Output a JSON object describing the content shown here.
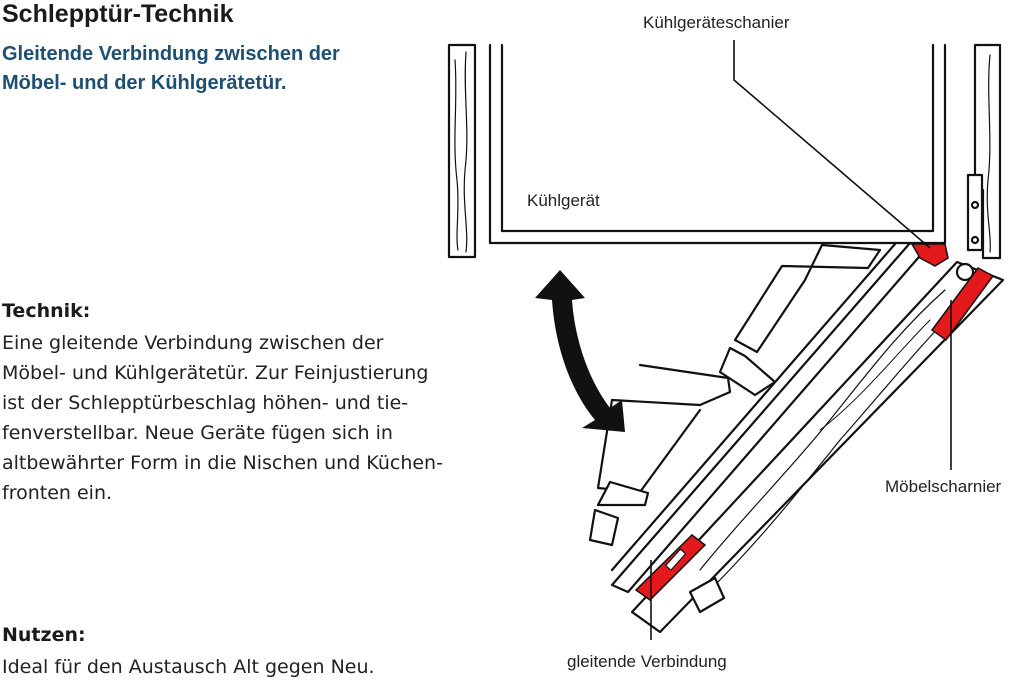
{
  "title": "Schlepptür-Technik",
  "subtitle_lines": [
    "Gleitende Verbindung zwischen der",
    "Möbel- und der Kühlgerätetür."
  ],
  "technik": {
    "heading": "Technik:",
    "lines": [
      "Eine gleitende Verbindung zwischen der",
      "Möbel- und Kühlgerätetür. Zur Feinjustierung",
      "ist der Schlepptürbeschlag höhen- und tie-",
      "fenverstellbar. Neue Geräte fügen sich in",
      "altbewährter Form in die Nischen und Küchen-",
      "fronten ein."
    ]
  },
  "nutzen": {
    "heading": "Nutzen:",
    "text": "Ideal für den Austausch Alt gegen Neu."
  },
  "diagram_labels": {
    "kuehlgeraetescharnier": "Kühlgeräteschanier",
    "kuehlgeraet": "Kühlgerät",
    "moebelscharnier": "Möbelscharnier",
    "gleitende_verbindung": "gleitende Verbindung"
  },
  "colors": {
    "subtitle": "#1d4f73",
    "hinge_highlight": "#e3191b",
    "line": "#111111"
  }
}
